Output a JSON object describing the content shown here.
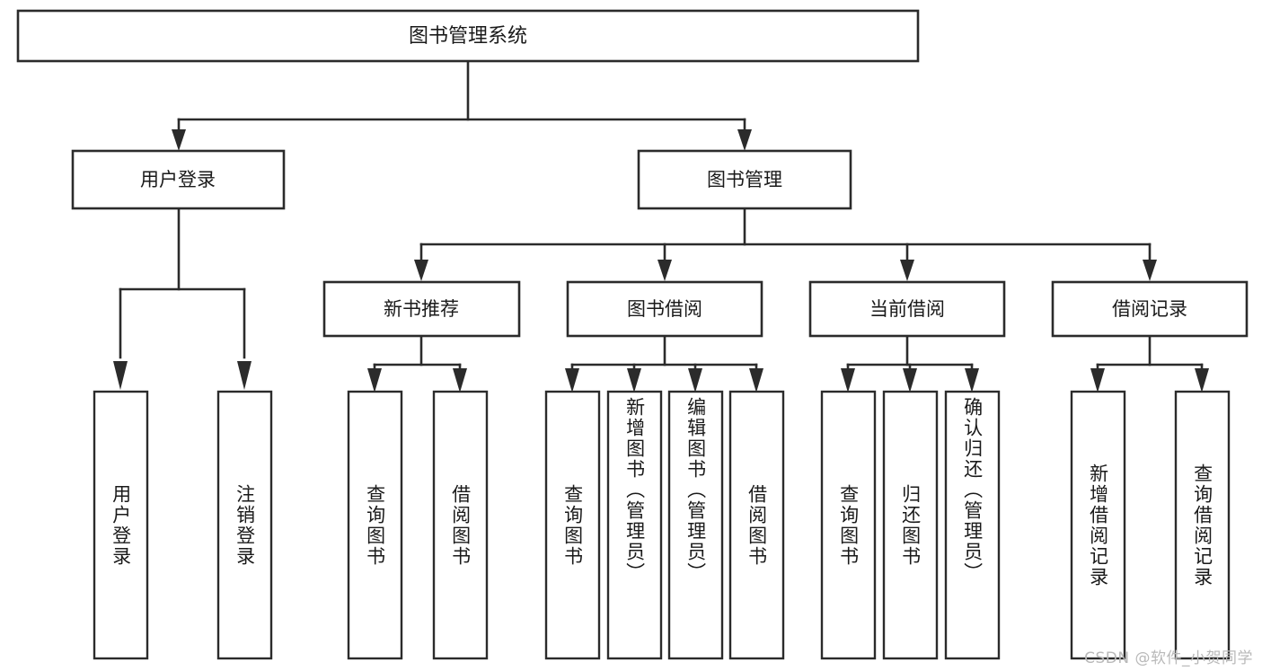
{
  "diagram": {
    "type": "tree-hierarchy-chart",
    "title": "图书管理系统",
    "background_color": "#ffffff",
    "line_color": "#2b2b2b",
    "text_color": "#1a1a1a",
    "root": {
      "id": "root",
      "label": "图书管理系统",
      "orientation": "horizontal"
    },
    "level2": [
      {
        "id": "user-login",
        "label": "用户登录",
        "orientation": "horizontal"
      },
      {
        "id": "book-manage",
        "label": "图书管理",
        "orientation": "horizontal"
      }
    ],
    "level3": [
      {
        "id": "new-book-rec",
        "label": "新书推荐",
        "orientation": "horizontal",
        "parent": "book-manage"
      },
      {
        "id": "book-borrow",
        "label": "图书借阅",
        "orientation": "horizontal",
        "parent": "book-manage"
      },
      {
        "id": "current-borrow",
        "label": "当前借阅",
        "orientation": "horizontal",
        "parent": "book-manage"
      },
      {
        "id": "borrow-record",
        "label": "借阅记录",
        "orientation": "horizontal",
        "parent": "book-manage"
      }
    ],
    "leaves": [
      {
        "id": "leaf-user-login",
        "label": "用户登录",
        "orientation": "vertical",
        "parent": "user-login"
      },
      {
        "id": "leaf-user-logout",
        "label": "注销登录",
        "orientation": "vertical",
        "parent": "user-login"
      },
      {
        "id": "leaf-query-book-1",
        "label": "查询图书",
        "orientation": "vertical",
        "parent": "new-book-rec"
      },
      {
        "id": "leaf-borrow-book-1",
        "label": "借阅图书",
        "orientation": "vertical",
        "parent": "new-book-rec"
      },
      {
        "id": "leaf-query-book-2",
        "label": "查询图书",
        "orientation": "vertical",
        "parent": "book-borrow"
      },
      {
        "id": "leaf-add-book",
        "label": "新增图书（管理员）",
        "orientation": "vertical",
        "parent": "book-borrow"
      },
      {
        "id": "leaf-edit-book",
        "label": "编辑图书（管理员）",
        "orientation": "vertical",
        "parent": "book-borrow"
      },
      {
        "id": "leaf-borrow-book-2",
        "label": "借阅图书",
        "orientation": "vertical",
        "parent": "book-borrow"
      },
      {
        "id": "leaf-query-book-3",
        "label": "查询图书",
        "orientation": "vertical",
        "parent": "current-borrow"
      },
      {
        "id": "leaf-return-book",
        "label": "归还图书",
        "orientation": "vertical",
        "parent": "current-borrow"
      },
      {
        "id": "leaf-confirm-return",
        "label": "确认归还（管理员）",
        "orientation": "vertical",
        "parent": "current-borrow"
      },
      {
        "id": "leaf-add-record",
        "label": "新增借阅记录",
        "orientation": "vertical",
        "parent": "borrow-record"
      },
      {
        "id": "leaf-query-record",
        "label": "查询借阅记录",
        "orientation": "vertical",
        "parent": "borrow-record"
      }
    ]
  },
  "watermark": {
    "text": "CSDN @软件_小贺同学"
  }
}
